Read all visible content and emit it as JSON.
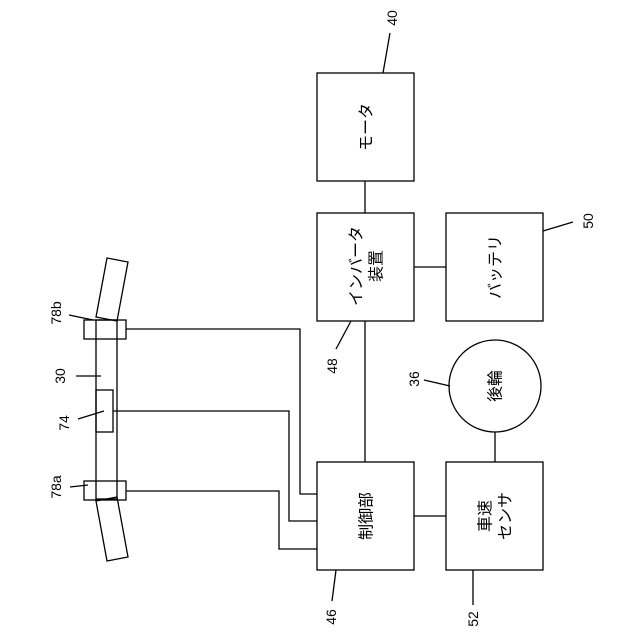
{
  "blocks": {
    "motor": "モータ",
    "inverter_line1": "インバータ",
    "inverter_line2": "装置",
    "battery": "バッテリ",
    "rear_wheel": "後輪",
    "control": "制御部",
    "speed_sensor_line1": "車速",
    "speed_sensor_line2": "センサ"
  },
  "refs": {
    "motor": "40",
    "inverter": "48",
    "battery": "50",
    "rear_wheel": "36",
    "control": "46",
    "speed_sensor": "52",
    "grip_sensor_b": "78b",
    "handlebar": "30",
    "center_sensor": "74",
    "grip_sensor_a": "78a"
  }
}
